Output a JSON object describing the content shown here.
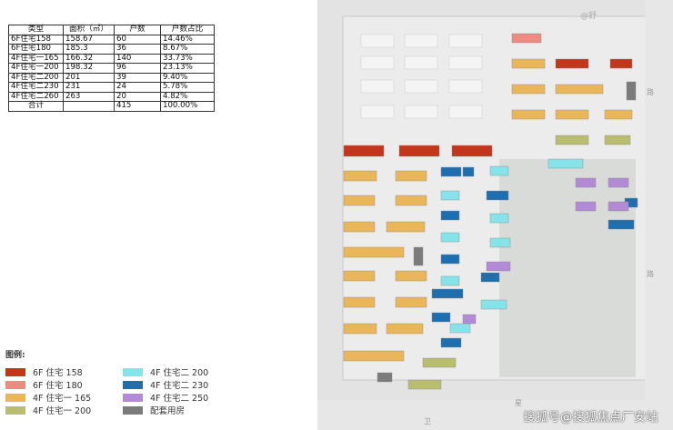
{
  "table": {
    "headers": [
      "类型",
      "面积（㎡）",
      "户数",
      "户数占比"
    ],
    "rows": [
      [
        "6F住宅158",
        "158.67",
        "60",
        "14.46%"
      ],
      [
        "6F住宅180",
        "185.3",
        "36",
        "8.67%"
      ],
      [
        "4F住宅一165",
        "166.32",
        "140",
        "33.73%"
      ],
      [
        "4F住宅一200",
        "198.32",
        "96",
        "23.13%"
      ],
      [
        "4F住宅二200",
        "201",
        "39",
        "9.40%"
      ],
      [
        "4F住宅二230",
        "231",
        "24",
        "5.78%"
      ],
      [
        "4F住宅二260",
        "263",
        "20",
        "4.82%"
      ],
      [
        "合计",
        "",
        "415",
        "100.00%"
      ]
    ]
  },
  "legend": {
    "title": "图例:",
    "items": [
      {
        "label": "6F 住宅 158",
        "color": "#c4361c"
      },
      {
        "label": "6F 住宅 180",
        "color": "#ee8b80"
      },
      {
        "label": "4F 住宅一 165",
        "color": "#e9b65a"
      },
      {
        "label": "4F 住宅一 200",
        "color": "#b9bd6f"
      },
      {
        "label": "4F 住宅二 200",
        "color": "#86e3ea"
      },
      {
        "label": "4F 住宅二 230",
        "color": "#1f6fae"
      },
      {
        "label": "4F 住宅二 250",
        "color": "#b38ad6"
      },
      {
        "label": "配套用房",
        "color": "#7b7b7b"
      }
    ]
  },
  "site": {
    "corner_mark": "@舒",
    "road_labels": [
      "路",
      "路",
      "星",
      "卫"
    ]
  },
  "watermark": "搜狐号@搜狐焦点厂安站"
}
